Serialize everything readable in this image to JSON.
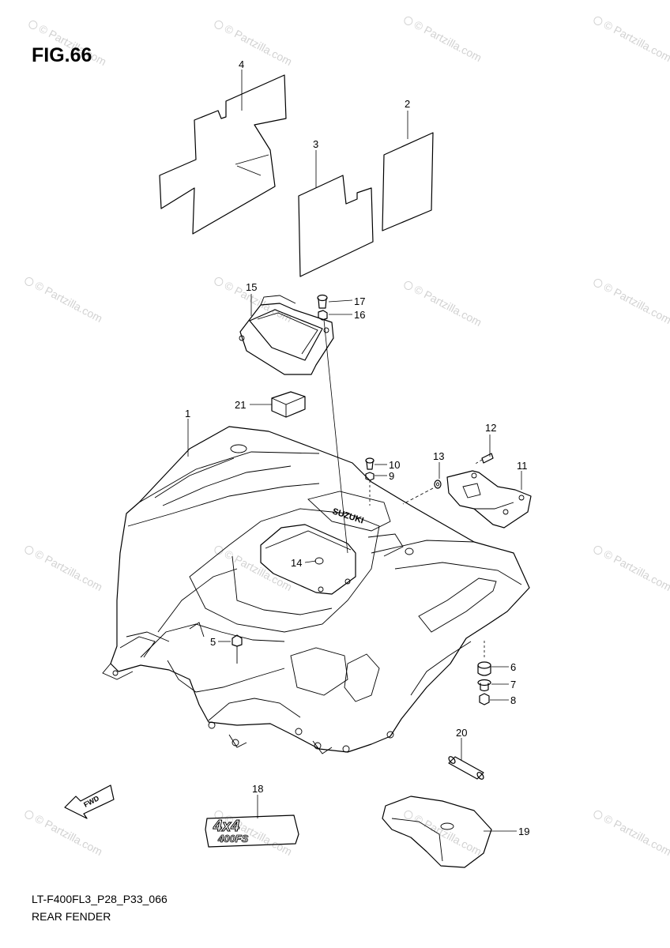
{
  "figure": {
    "title": "FIG.66",
    "model_code": "LT-F400FL3_P28_P33_066",
    "section_name": "REAR FENDER"
  },
  "watermark": {
    "text": "© Partzilla.com",
    "color": "#d2d2d2"
  },
  "fender_text": {
    "brand": "SUZUKI",
    "decal_line1": "4x4",
    "decal_line2": "400FS",
    "arrow_label": "FWD"
  },
  "callouts": [
    {
      "id": "callout-1",
      "label": "1"
    },
    {
      "id": "callout-2",
      "label": "2"
    },
    {
      "id": "callout-3",
      "label": "3"
    },
    {
      "id": "callout-4",
      "label": "4"
    },
    {
      "id": "callout-5",
      "label": "5"
    },
    {
      "id": "callout-6",
      "label": "6"
    },
    {
      "id": "callout-7",
      "label": "7"
    },
    {
      "id": "callout-8",
      "label": "8"
    },
    {
      "id": "callout-9",
      "label": "9"
    },
    {
      "id": "callout-10",
      "label": "10"
    },
    {
      "id": "callout-11",
      "label": "11"
    },
    {
      "id": "callout-12",
      "label": "12"
    },
    {
      "id": "callout-13",
      "label": "13"
    },
    {
      "id": "callout-14",
      "label": "14"
    },
    {
      "id": "callout-15",
      "label": "15"
    },
    {
      "id": "callout-16",
      "label": "16"
    },
    {
      "id": "callout-17",
      "label": "17"
    },
    {
      "id": "callout-18",
      "label": "18"
    },
    {
      "id": "callout-19",
      "label": "19"
    },
    {
      "id": "callout-20",
      "label": "20"
    },
    {
      "id": "callout-21",
      "label": "21"
    }
  ]
}
